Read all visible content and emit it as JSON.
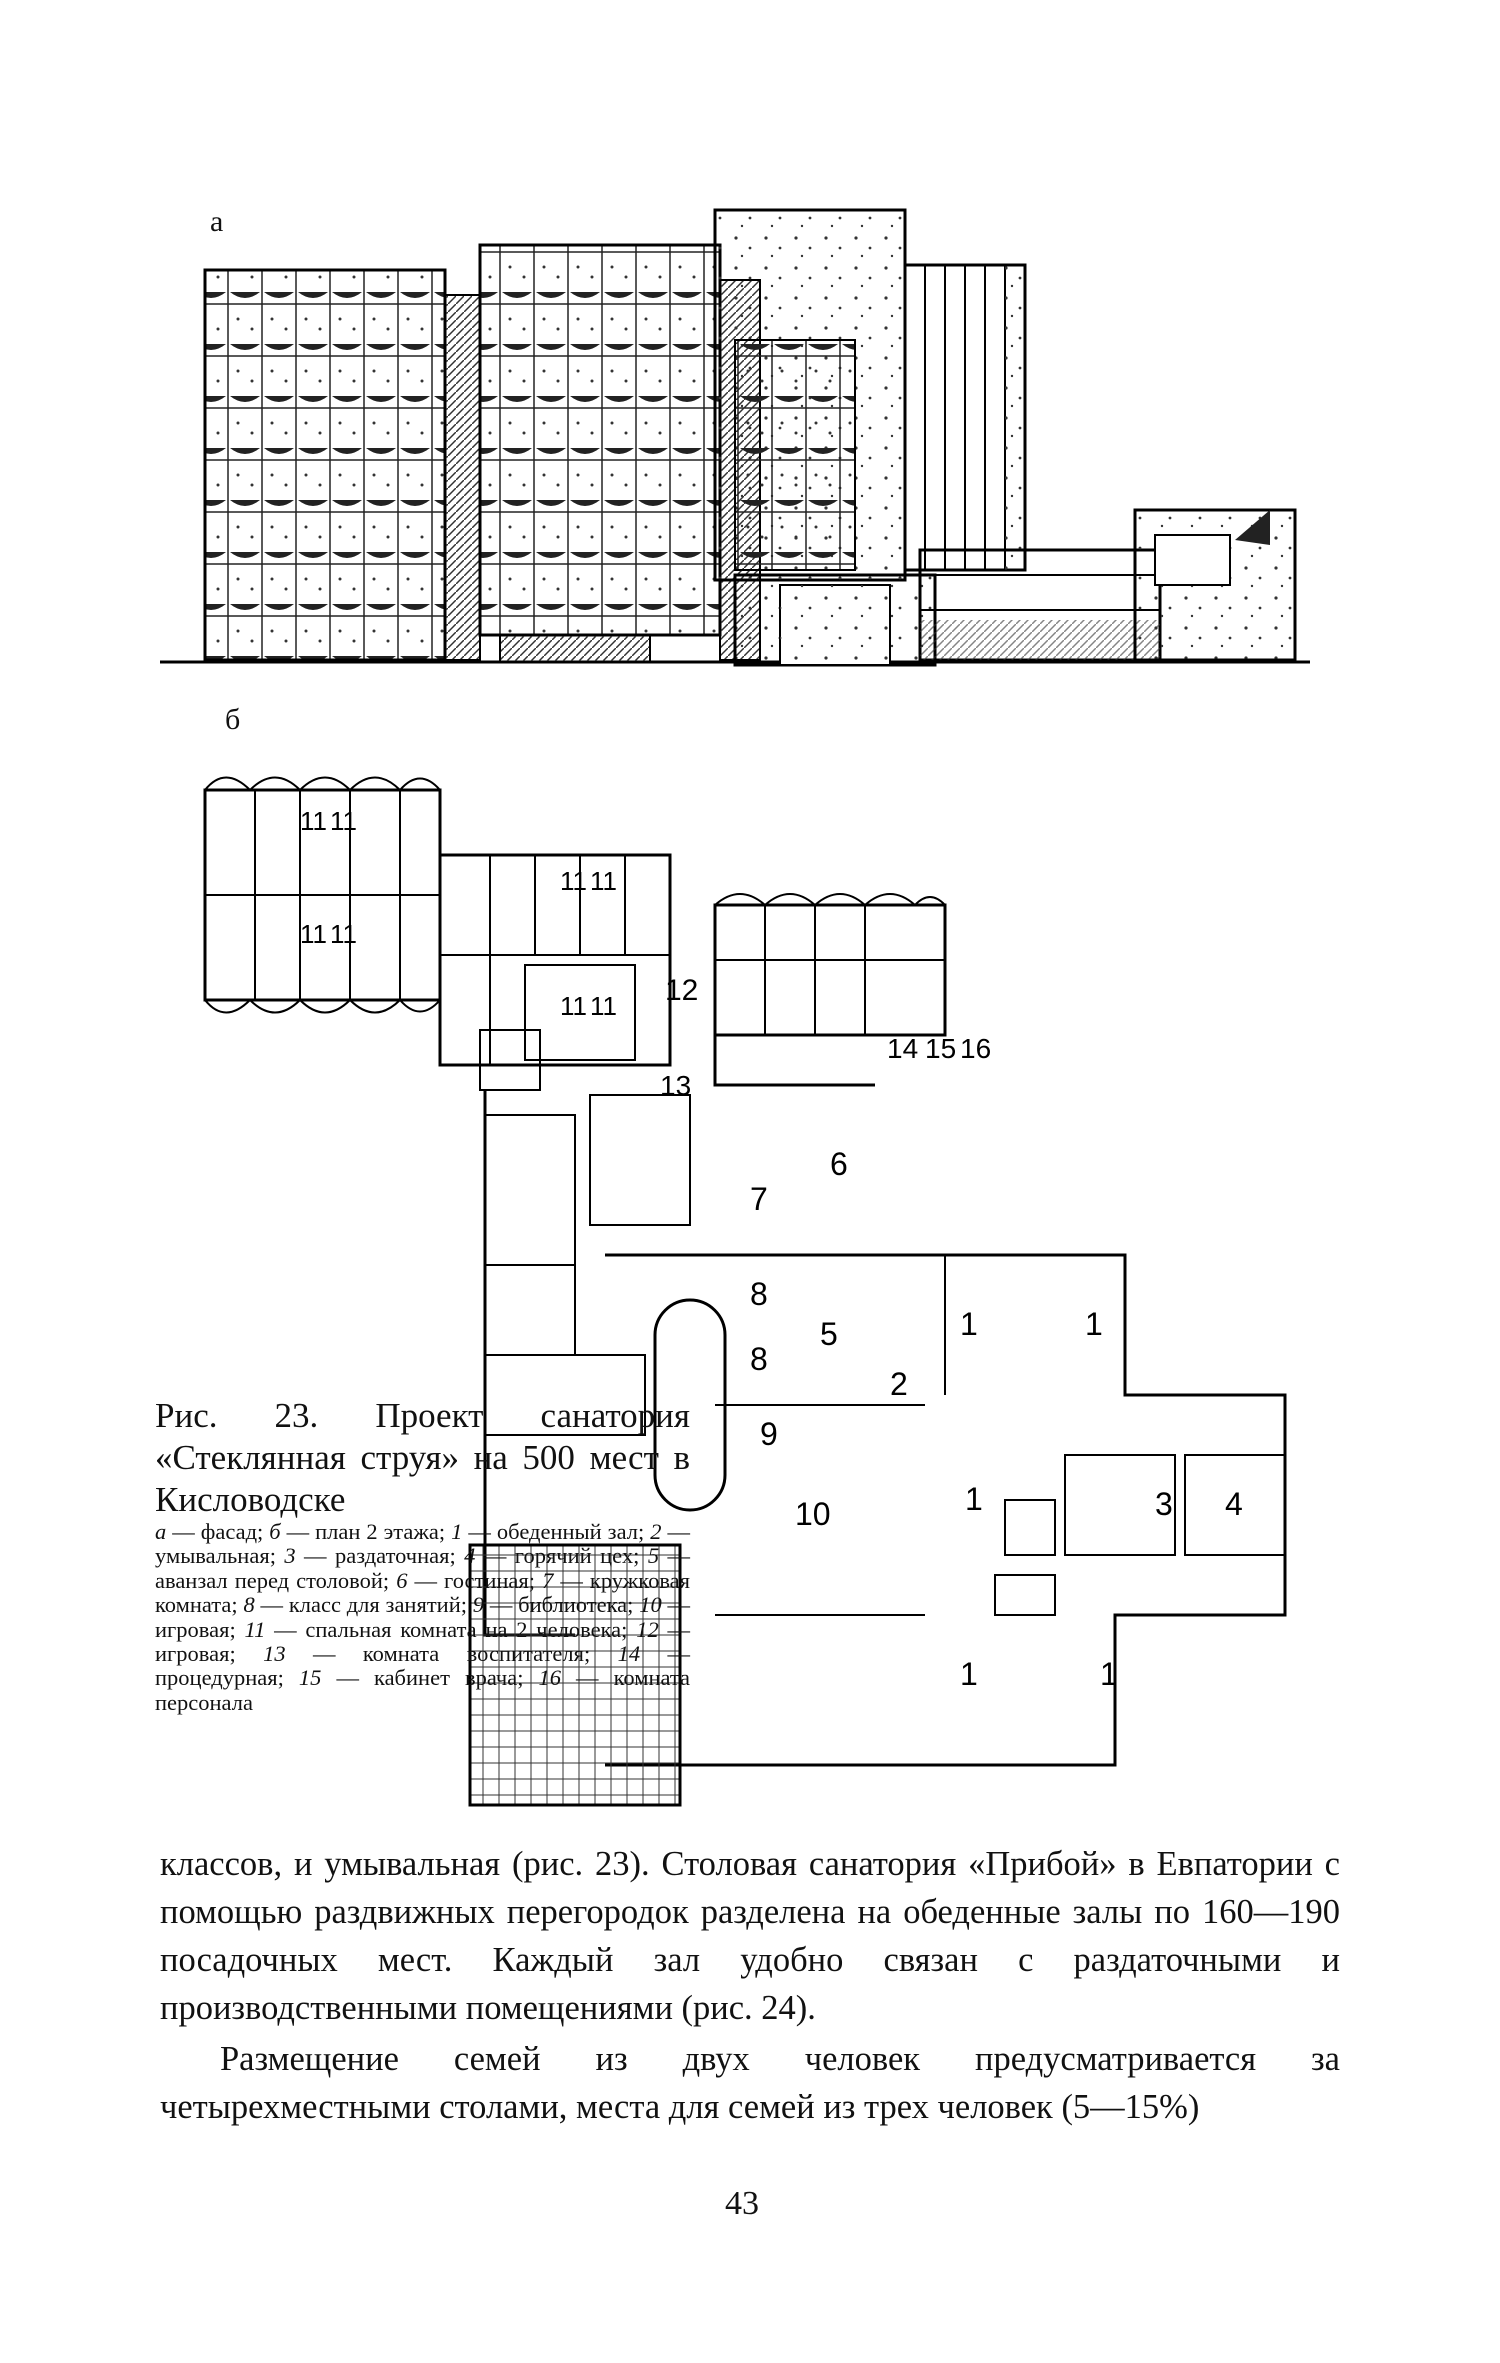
{
  "figure": {
    "label_a": "а",
    "label_b": "б",
    "caption_title": "Рис. 23. Проект санатория «Стеклянная струя» на 500 мест в Кисловодске",
    "legend": [
      {
        "key": "а",
        "text": "фасад"
      },
      {
        "key": "б",
        "text": "план 2 этажа"
      },
      {
        "key": "1",
        "text": "обеденный зал"
      },
      {
        "key": "2",
        "text": "умывальная"
      },
      {
        "key": "3",
        "text": "раздаточная"
      },
      {
        "key": "4",
        "text": "горячий цех"
      },
      {
        "key": "5",
        "text": "аванзал перед столовой"
      },
      {
        "key": "6",
        "text": "гостиная"
      },
      {
        "key": "7",
        "text": "кружковая комната"
      },
      {
        "key": "8",
        "text": "класс для занятий"
      },
      {
        "key": "9",
        "text": "библиотека"
      },
      {
        "key": "10",
        "text": "игровая"
      },
      {
        "key": "11",
        "text": "спальная комната на 2 человека"
      },
      {
        "key": "12",
        "text": "игровая"
      },
      {
        "key": "13",
        "text": "комната воспитателя"
      },
      {
        "key": "14",
        "text": "процедурная"
      },
      {
        "key": "15",
        "text": "кабинет врача"
      },
      {
        "key": "16",
        "text": "комната персонала"
      }
    ],
    "plan_labels": {
      "n1": "1",
      "n2": "2",
      "n3": "3",
      "n4": "4",
      "n5": "5",
      "n6": "6",
      "n7": "7",
      "n8": "8",
      "n9": "9",
      "n10": "10",
      "n11": "11",
      "n12": "12",
      "n13": "13",
      "n14": "14",
      "n15": "15",
      "n16": "16"
    }
  },
  "body": {
    "paragraph1": "классов, и умывальная (рис. 23). Столовая санатория «Прибой» в Евпатории с помощью раздвижных перегородок разделена на обеденные залы по 160—190 посадочных мест. Каждый зал удобно связан с раздаточными и производственными помещениями (рис. 24).",
    "paragraph2": "Размещение семей из двух человек предусматривается за четырехместными столами, места для семей из трех человек (5—15%)"
  },
  "page_number": "43"
}
